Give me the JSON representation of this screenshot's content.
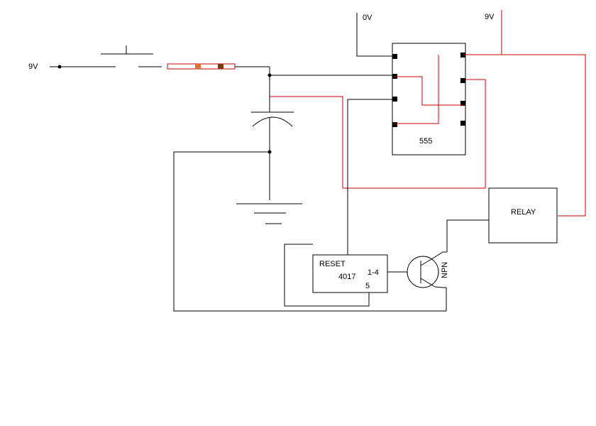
{
  "labels": {
    "supply_left": "9V",
    "ground_top": "0V",
    "supply_top": "9V",
    "timer": "555",
    "relay": "RELAY",
    "counter_reset": "RESET",
    "counter_name": "4017",
    "counter_outputs": "1-4",
    "counter_output5": "5",
    "transistor": "NPN"
  },
  "colors": {
    "wire_black": "#000000",
    "wire_red": "#cc0000",
    "resistor_band_1": "#e07030",
    "resistor_band_2": "#7a3a10"
  },
  "components": {
    "push_button": "push-button-switch",
    "resistor": "resistor",
    "capacitor": "polarized-capacitor",
    "ground": "ground-symbol",
    "timer_chip": "555-timer-ic",
    "counter_chip": "4017-counter-ic",
    "relay": "relay",
    "transistor": "npn-transistor"
  }
}
